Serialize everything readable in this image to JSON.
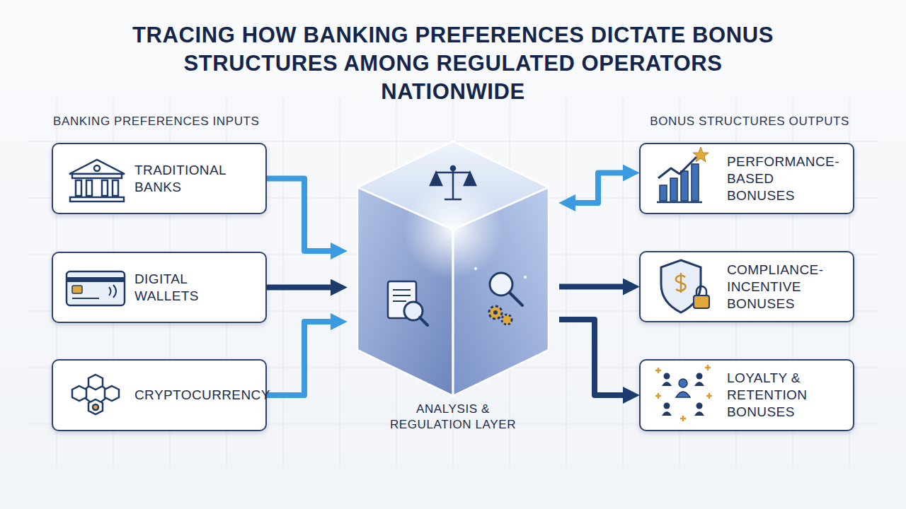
{
  "diagram": {
    "title": "TRACING HOW BANKING PREFERENCES DICTATE BONUS STRUCTURES AMONG REGULATED OPERATORS NATIONWIDE",
    "nodes": [
      {
        "text": [
          "TRADITIONAL BANKS"
        ]
      },
      {
        "text": [
          "DIGITAL WALLETS"
        ]
      },
      {
        "text": [
          "CRYPTOCURRENCY"
        ]
      },
      {
        "text": [
          "ANALYSIS & REGULATION LAYER"
        ]
      },
      {
        "text": [
          "PERFORMANCE-BASED BONUSES"
        ]
      },
      {
        "text": [
          "COMPLIANCE-INCENTIVE BONUSES"
        ]
      },
      {
        "text": [
          "LOYALTY & RETENTION BONUSES"
        ]
      }
    ],
    "edges": [
      {
        "from": 0,
        "to": 3,
        "arrow": "to"
      },
      {
        "from": 1,
        "to": 3,
        "arrow": "to"
      },
      {
        "from": 2,
        "to": 3,
        "arrow": "to"
      },
      {
        "from": 3,
        "to": 4,
        "arrow": "both"
      },
      {
        "from": 3,
        "to": 5,
        "arrow": "to"
      },
      {
        "from": 3,
        "to": 6,
        "arrow": "to"
      }
    ],
    "labels": [
      "BANKING PREFERENCES INPUTS",
      "BONUS STRUCTURES OUTPUTS"
    ]
  }
}
